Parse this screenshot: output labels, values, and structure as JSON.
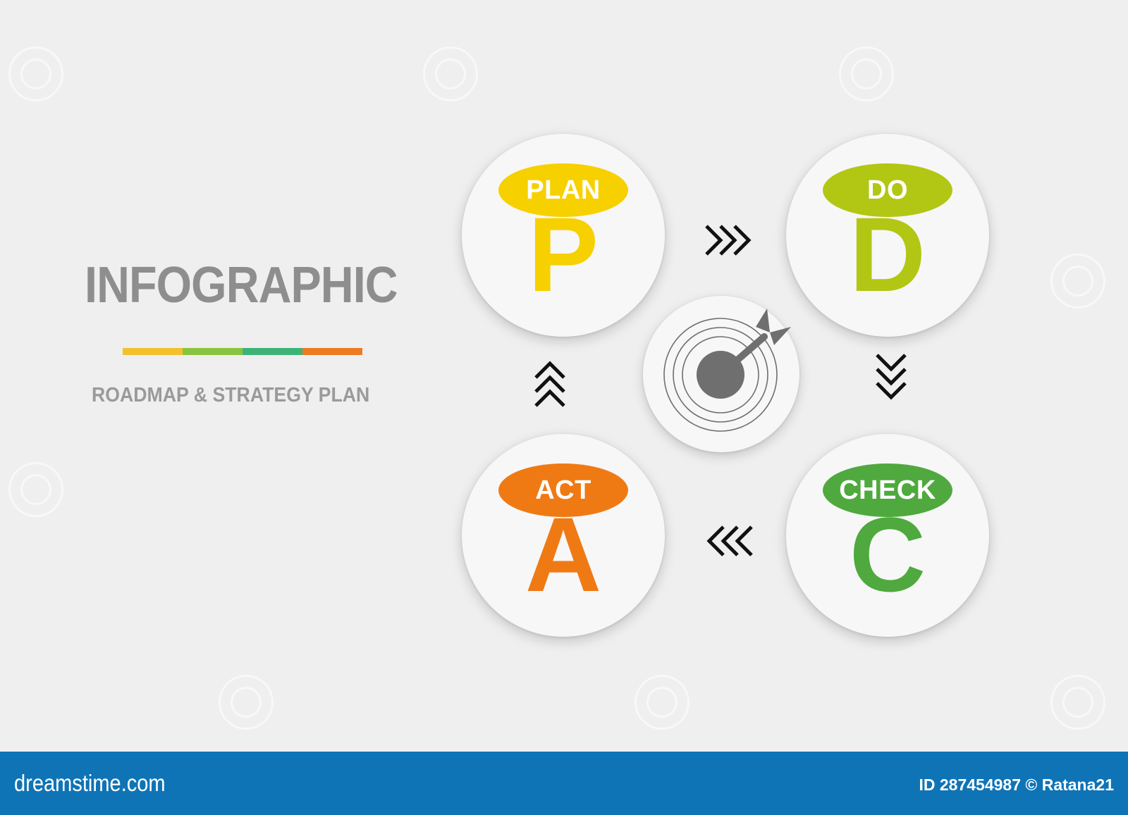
{
  "header": {
    "title": "INFOGRAPHIC",
    "subtitle": "ROADMAP & STRATEGY PLAN",
    "accent_bar_colors": [
      "#f2c12e",
      "#8ac43f",
      "#3db37a",
      "#ee7a22"
    ]
  },
  "cycle": {
    "steps": [
      {
        "key": "plan",
        "label": "PLAN",
        "letter": "P",
        "color": "#f7d000"
      },
      {
        "key": "do",
        "label": "DO",
        "letter": "D",
        "color": "#b2c614"
      },
      {
        "key": "check",
        "label": "CHECK",
        "letter": "C",
        "color": "#4fa93e"
      },
      {
        "key": "act",
        "label": "ACT",
        "letter": "A",
        "color": "#ef7a14"
      }
    ],
    "center_icon": "target-dart-icon",
    "arrow_icon": "triple-chevron-icon",
    "icon_color": "#6f6f6f"
  },
  "footer": {
    "site": "dreamstime.com",
    "id_text": "ID 287454987 © Ratana21",
    "background": "#0e74b6"
  }
}
